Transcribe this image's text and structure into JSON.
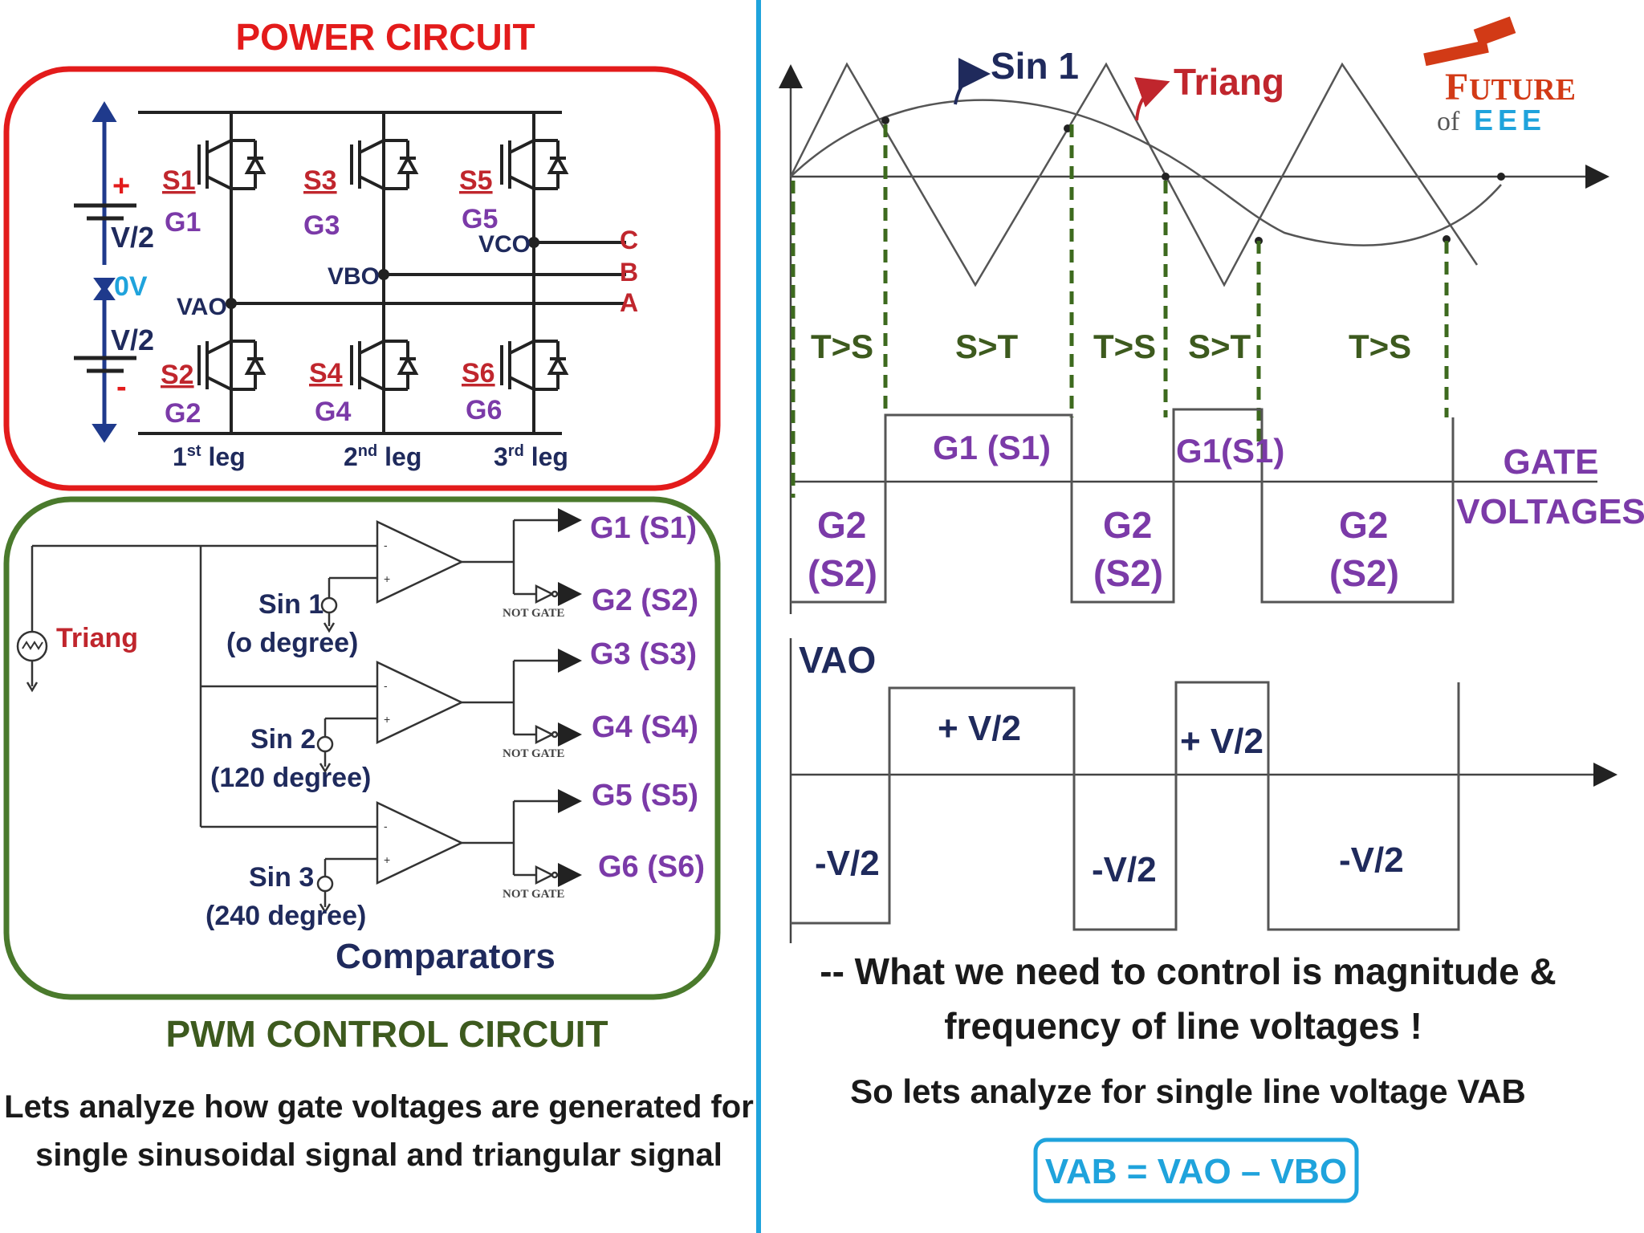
{
  "left": {
    "power_title": "POWER CIRCUIT",
    "power": {
      "plus": "+",
      "minus": "-",
      "v_top": "V/2",
      "v_bot": "V/2",
      "zero": "0V",
      "s1": "S1",
      "g1": "G1",
      "s3": "S3",
      "g3": "G3",
      "s5": "S5",
      "g5": "G5",
      "s2": "S2",
      "g2": "G2",
      "s4": "S4",
      "g4": "G4",
      "s6": "S6",
      "g6": "G6",
      "vao": "VAO",
      "vbo": "VBO",
      "vco": "VCO",
      "c": "C",
      "b": "B",
      "a": "A",
      "leg1": "1",
      "leg1_sup": "st",
      "leg_word": "leg",
      "leg2": "2",
      "leg2_sup": "nd",
      "leg3": "3",
      "leg3_sup": "rd"
    },
    "control": {
      "triang": "Triang",
      "sin1": "Sin 1",
      "sin1_deg": "(o degree)",
      "sin2": "Sin 2",
      "sin2_deg": "(120 degree)",
      "sin3": "Sin 3",
      "sin3_deg": "(240 degree)",
      "comparators": "Comparators",
      "not_gate": "NOT GATE",
      "g1": "G1 (S1)",
      "g2": "G2 (S2)",
      "g3": "G3 (S3)",
      "g4": "G4 (S4)",
      "g5": "G5 (S5)",
      "g6": "G6 (S6)"
    },
    "pwm_title": "PWM CONTROL CIRCUIT",
    "note_line1": "Lets analyze how gate voltages are generated for",
    "note_line2": "single sinusoidal signal and  triangular signal"
  },
  "right": {
    "sin_label": "Sin 1",
    "triang_label": "Triang",
    "logo_top": "UTURE",
    "logo_of": "of",
    "logo_eee": "EEE",
    "regions": [
      "T>S",
      "S>T",
      "T>S",
      "S>T",
      "T>S"
    ],
    "g1_high_1": "G1 (S1)",
    "g1_high_2": "G1(S1)",
    "g2_a": "G2",
    "g2_b": "(S2)",
    "gate_voltages_1": "GATE",
    "gate_voltages_2": "VOLTAGES",
    "vao_label": "VAO",
    "plus_v2": "+ V/2",
    "minus_v2": "-V/2",
    "note_line1": "-- What we need to control is magnitude &",
    "note_line2": "frequency of line voltages !",
    "note_line3": "So lets analyze for single line voltage VAB",
    "formula": "VAB = VAO – VBO"
  },
  "colors": {
    "red": "#e31b1b",
    "green": "#4a7a2c",
    "blue": "#1fa3dc",
    "purple": "#7b3aa8",
    "darkred": "#c0262d",
    "navy": "#1f2a5c",
    "olive": "#3d5a1e"
  }
}
